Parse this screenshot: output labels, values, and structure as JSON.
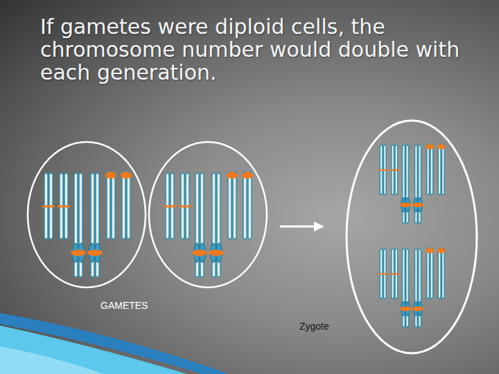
{
  "diagram": {
    "title": "If gametes were diploid cells, the chromosome number would double with each generation.",
    "nodes": [
      {
        "text": [
          "GAMETES"
        ]
      },
      {
        "text": [
          "Zygote"
        ]
      }
    ],
    "edges": [
      {
        "from": 0,
        "to": 1,
        "arrow": "to"
      }
    ]
  }
}
